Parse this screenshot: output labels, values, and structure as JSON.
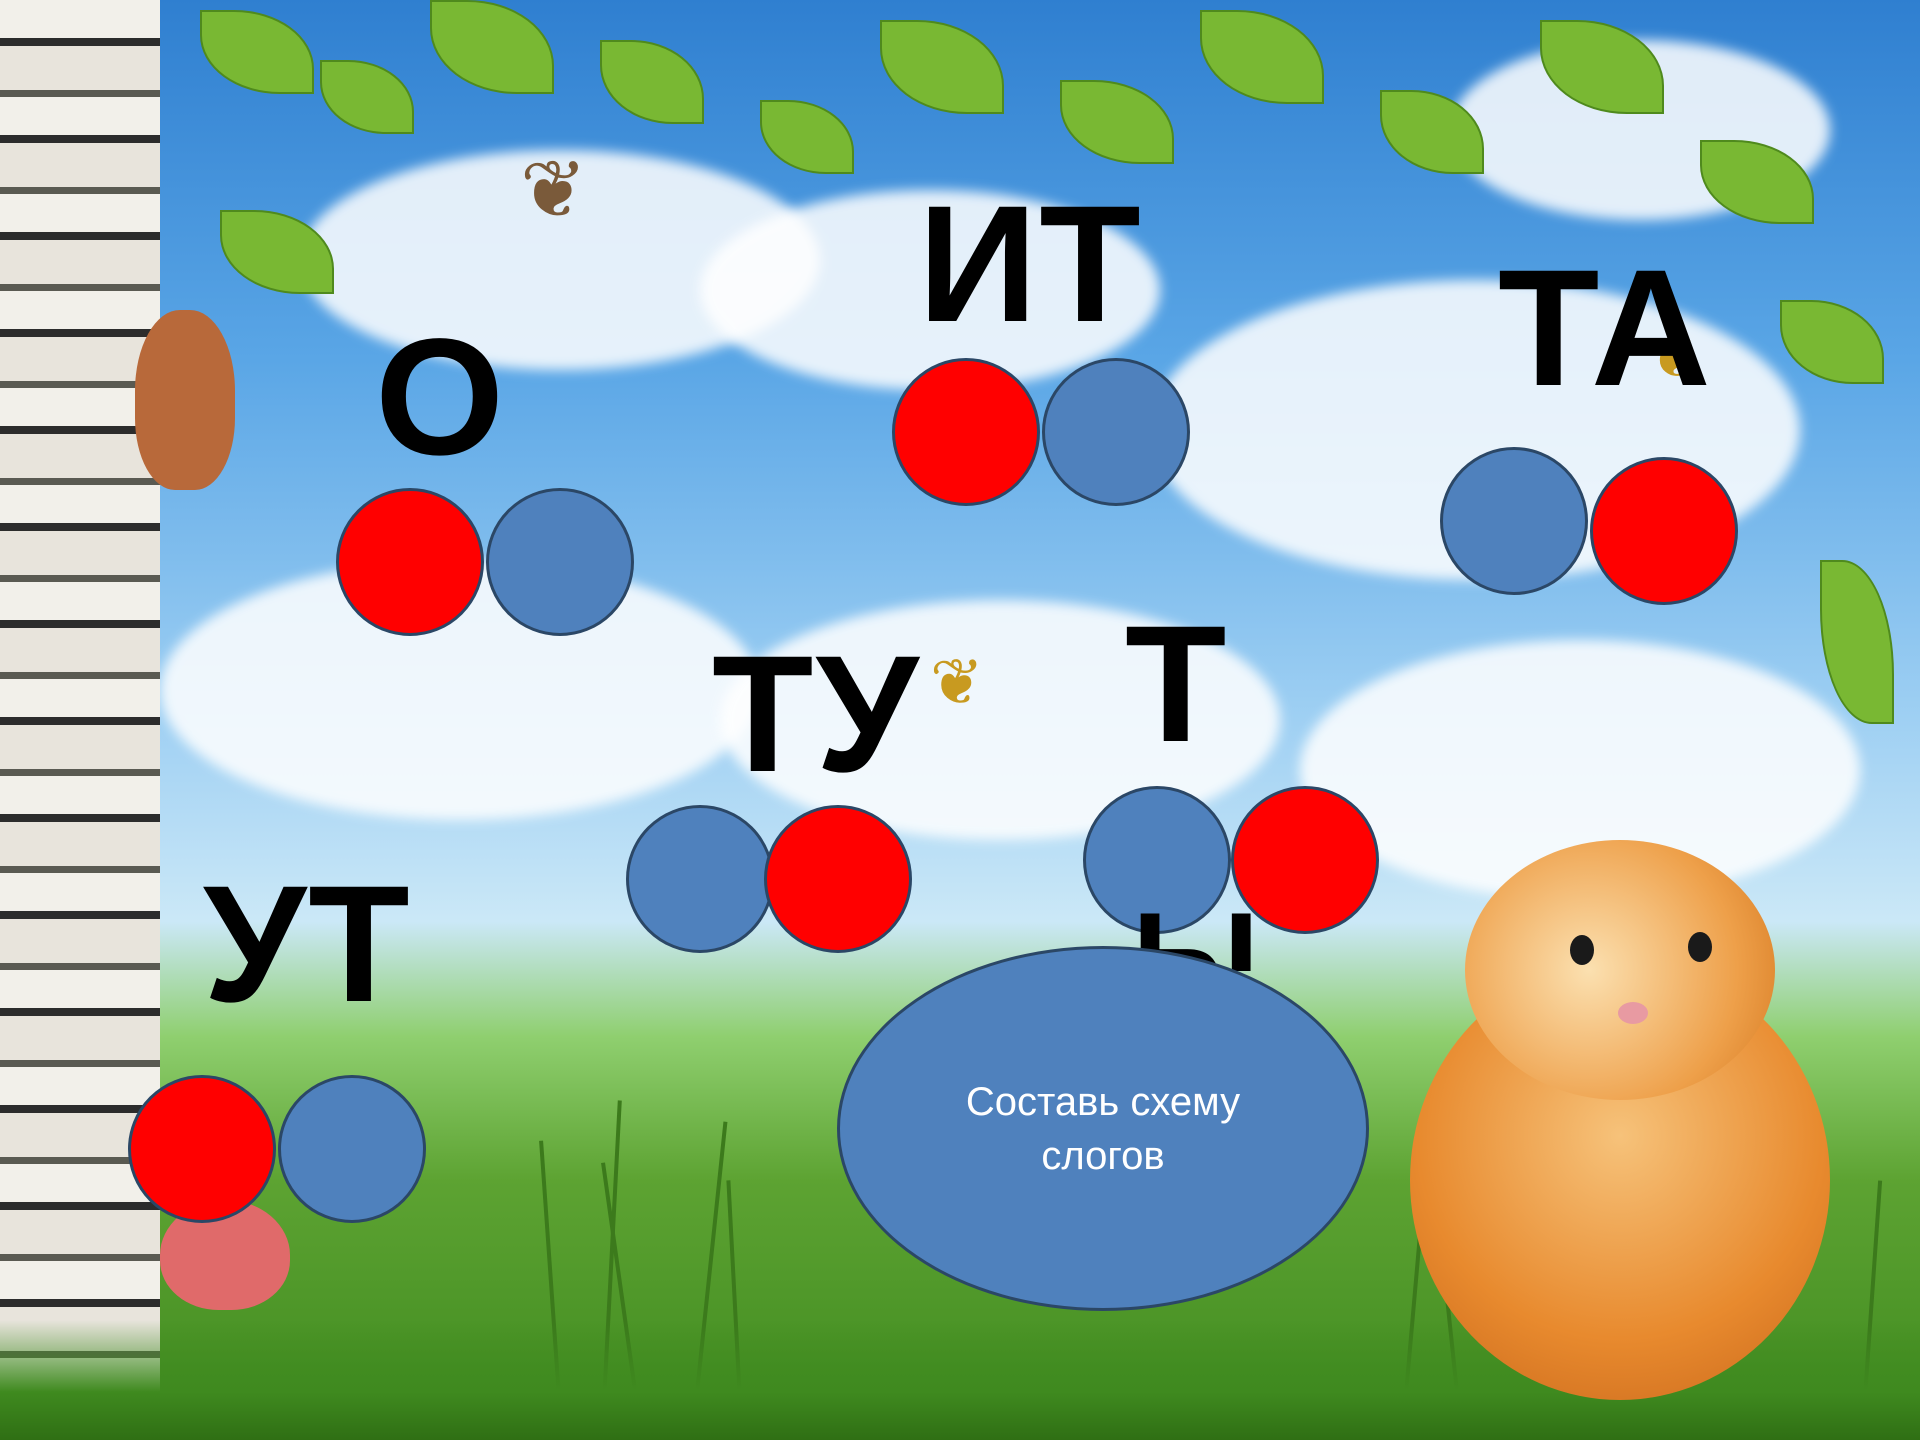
{
  "colors": {
    "vowel": "#ff0000",
    "consonant": "#4f81bd",
    "text": "#000000",
    "bubble_text": "#ffffff"
  },
  "syllables": [
    {
      "id": "ut",
      "text": "УТ",
      "pattern": [
        "vowel",
        "consonant"
      ]
    },
    {
      "id": "ot",
      "text": "О",
      "pattern": [
        "vowel",
        "consonant"
      ]
    },
    {
      "id": "it",
      "text": "ИТ",
      "pattern": [
        "vowel",
        "consonant"
      ]
    },
    {
      "id": "ta",
      "text": "ТА",
      "pattern": [
        "consonant",
        "vowel"
      ]
    },
    {
      "id": "tu",
      "text": "ТУ",
      "pattern": [
        "consonant",
        "vowel"
      ]
    },
    {
      "id": "ty",
      "text": "Т",
      "pattern": [
        "consonant",
        "vowel"
      ]
    }
  ],
  "instruction": "Составь схему слогов",
  "decorations": [
    "birch-tree",
    "squirrel",
    "butterfly-icon",
    "hamster",
    "grass",
    "leaves",
    "clouds"
  ]
}
